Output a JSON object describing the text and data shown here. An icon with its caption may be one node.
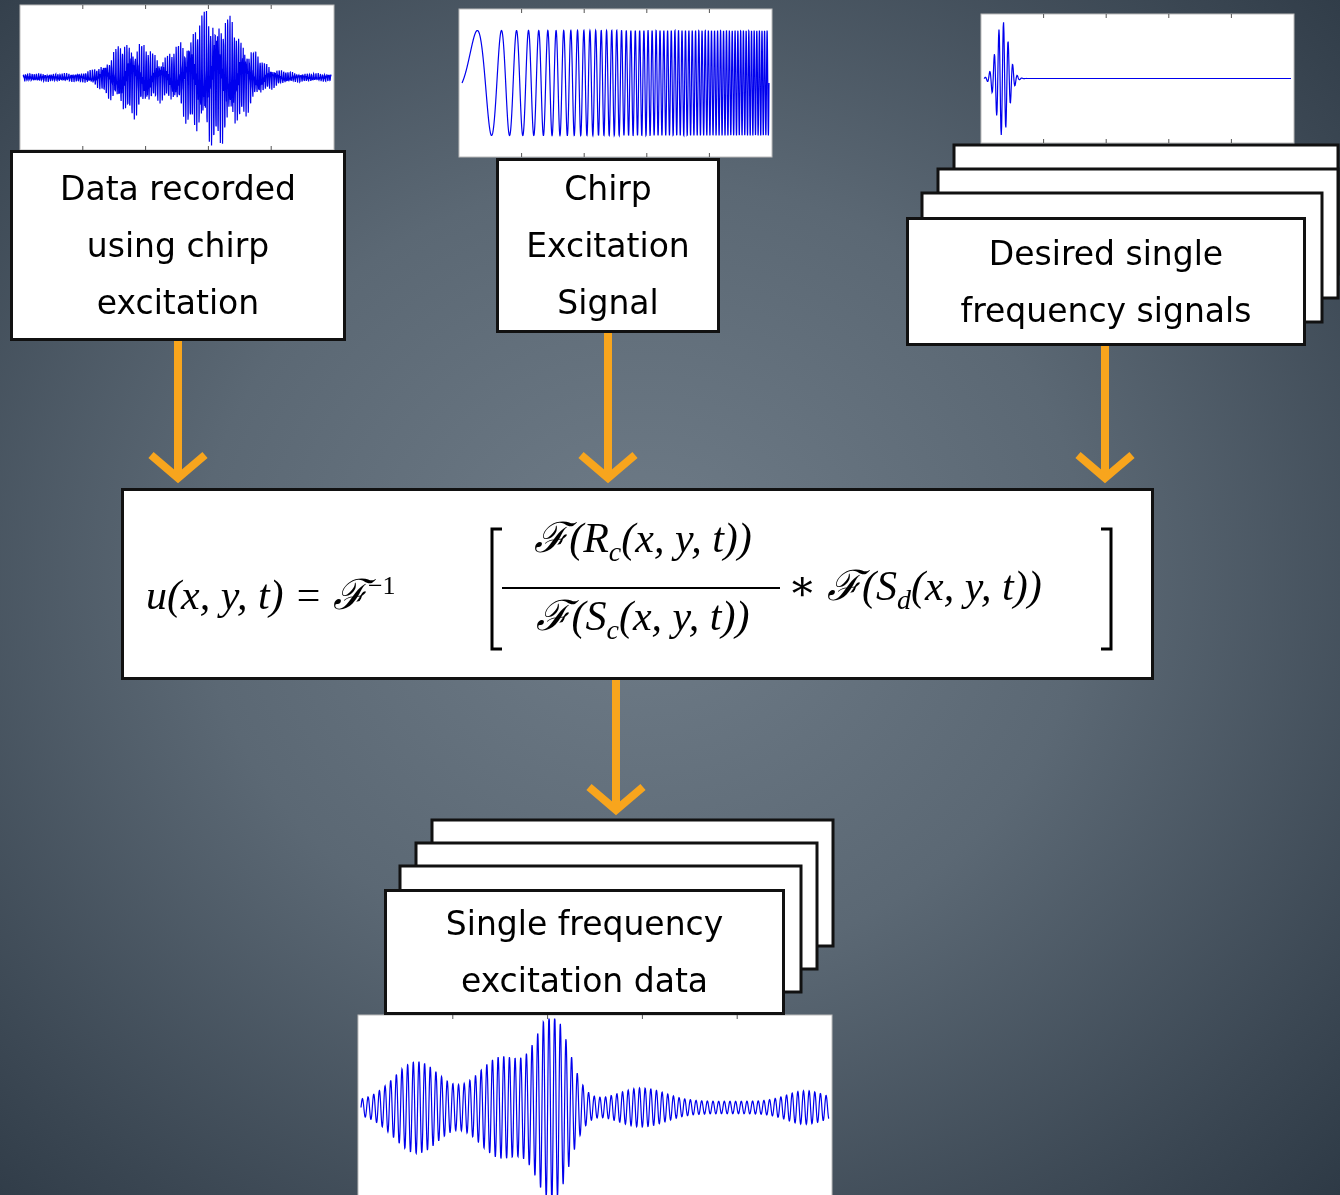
{
  "diagram": {
    "nodes": [
      {
        "text": [
          "Data recorded using chirp excitation"
        ]
      },
      {
        "text": [
          "Chirp Excitation Signal"
        ]
      },
      {
        "text": [
          "Desired single frequency signals"
        ]
      },
      {
        "text": [
          "u(x, y, t) = ℱ$^{−1}$",
          "ℱ(R$_{c}$(x, y, t))",
          "ℱ(S$_{c}$(x, y, t))",
          "∗ ℱ(S$_{d}$(x, y, t))"
        ]
      },
      {
        "text": [
          "Single frequency excitation data"
        ]
      }
    ],
    "edges": [
      {
        "from": 0,
        "to": 3,
        "arrow": "to"
      },
      {
        "from": 1,
        "to": 3,
        "arrow": "to"
      },
      {
        "from": 2,
        "to": 3,
        "arrow": "to"
      },
      {
        "from": 3,
        "to": 4,
        "arrow": "to"
      }
    ]
  }
}
